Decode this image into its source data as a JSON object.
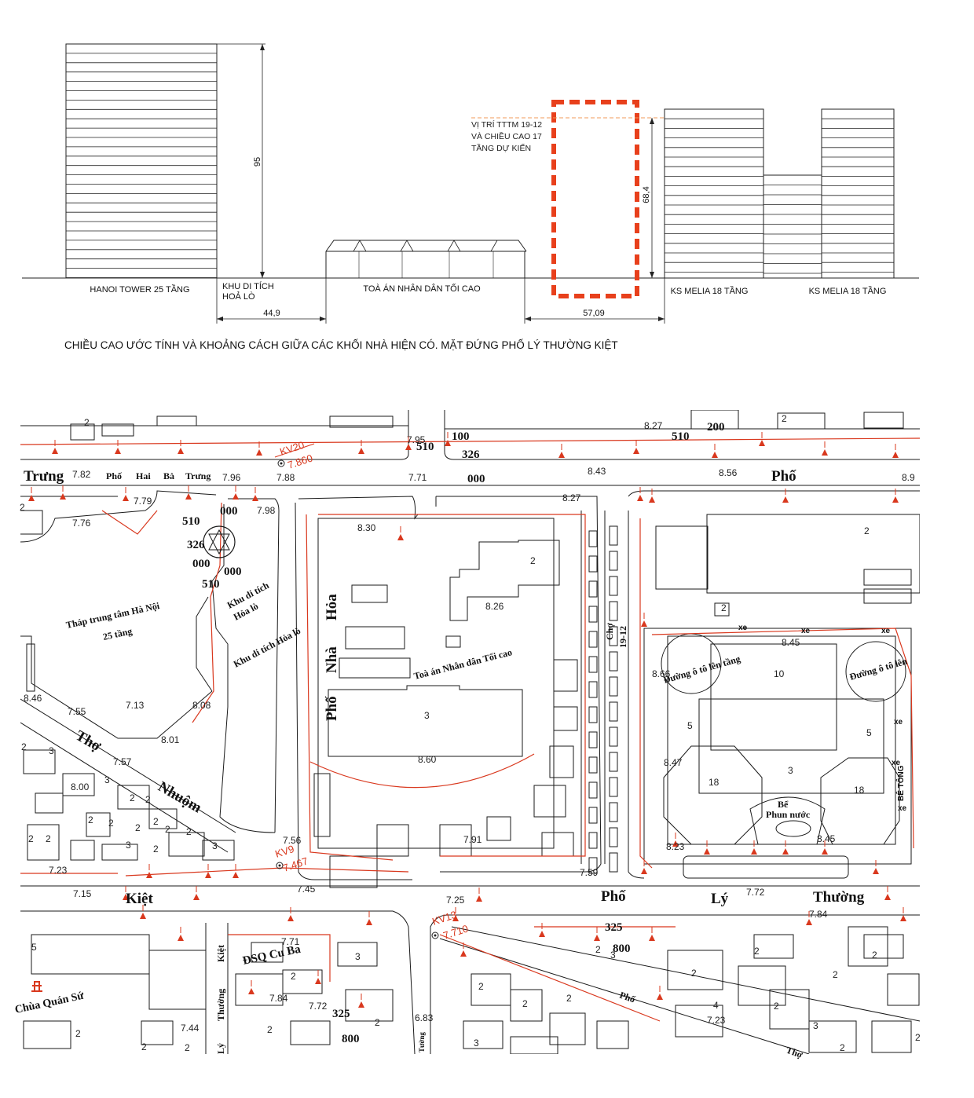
{
  "elevation": {
    "buildings": [
      {
        "name": "HANOI  TOWER 25 TẦNG"
      },
      {
        "name": "TOÀ ÁN NHÂN DÂN TỐI CAO"
      },
      {
        "name": "KS MELIA 18 TẦNG"
      },
      {
        "name": "KS MELIA 18 TẦNG"
      }
    ],
    "heritage_label_line1": "KHU DI TÍCH",
    "heritage_label_line2": "HOẢ LÒ",
    "proposed_note": [
      "VỊ TRÍ TTTM 19-12",
      "VÀ CHIỀU CAO 17",
      "TẦNG DỰ KIẾN"
    ],
    "dimensions": {
      "tower_height": "95",
      "proposed_height": "68,4",
      "gap_left": "44,9",
      "gap_right": "57,09"
    },
    "caption": "CHIỀU CAO ƯỚC TÍNH VÀ KHOẢNG CÁCH GIỮA CÁC KHỐI NHÀ HIỆN CÓ. MẶT ĐỨNG PHỐ LÝ THƯỜNG KIỆT",
    "colors": {
      "proposed": "#e8401c",
      "line": "#222222"
    }
  },
  "map": {
    "streets": {
      "trung": "Trưng",
      "hbt": [
        "Phố",
        "Hai",
        "Bà",
        "Trưng"
      ],
      "pho_top_right": "Phố",
      "tho": "Thợ",
      "nhuom": "Nhuộm",
      "kiet": "Kiệt",
      "lt_pho": "Phố",
      "lt_ly": "Lý",
      "lt_thuong": "Thường",
      "pho_hoa": [
        "Phố",
        "Nhà",
        "Hỏa"
      ],
      "cho": [
        "Chợ",
        "19-12"
      ],
      "kiet_vertical": "Kiệt",
      "thuong_vertical": "Thường",
      "ly_vertical": "Lý",
      "pho_diag": "Phố",
      "tho_bottom": "Thợ",
      "tuong": "Tường"
    },
    "labels": {
      "tower_line1": "Tháp trung tâm Hà Nội",
      "tower_line2": "25 tầng",
      "hoalo_a_line1": "Khu di tích",
      "hoalo_a_line2": "Hỏa lò",
      "hoalo_b": "Khu di tích Hỏa lò",
      "court": "Toà án Nhân dân Tối cao",
      "ramp_left": "Đường ô tô lên tầng",
      "ramp_right": "Đường ô tô lên",
      "fountain_line1": "Bể",
      "fountain_line2": "Phun nước",
      "embassy": "ĐSQ Cu Ba",
      "pagoda": "Chùa Quán Sứ",
      "be_tong": "BÊ TÔNG"
    },
    "survey_points": {
      "kv20": "KV20",
      "kv20_val": "7.860",
      "kv9": "KV9",
      "kv9_val": "7.467",
      "kv13": "KV13",
      "kv13_val": "7.710"
    },
    "elevations": [
      "7.82",
      "7.96",
      "7.88",
      "7.71",
      "8.43",
      "8.27",
      "8.56",
      "8.9",
      "8.27",
      "7.79",
      "7.98",
      "7.76",
      "8.30",
      "8.26",
      "7.95",
      "8.46",
      "8.45",
      "8.66",
      "8.47",
      "8.23",
      "8.45",
      "7.13",
      "8.08",
      "8.01",
      "7.55",
      "7.57",
      "8.00",
      "8.60",
      "7.91",
      "7.56",
      "7.59",
      "7.23",
      "7.15",
      "7.45",
      "7.25",
      "7.72",
      "7.84",
      "7.71",
      "7.84",
      "7.72",
      "7.44",
      "6.83",
      "7.23"
    ],
    "codes": [
      "510",
      "100",
      "326",
      "000",
      "510",
      "200",
      "510",
      "000",
      "326",
      "000",
      "510",
      "000",
      "325",
      "800",
      "325",
      "800"
    ],
    "floor_counts": [
      "2",
      "2",
      "2",
      "2",
      "2",
      "3",
      "10",
      "5",
      "5",
      "3",
      "18",
      "18",
      "2",
      "2",
      "3",
      "2",
      "2",
      "3",
      "2",
      "2",
      "2",
      "2",
      "2",
      "2",
      "2",
      "3",
      "2",
      "2",
      "3",
      "2",
      "5",
      "2",
      "3",
      "2",
      "2",
      "2",
      "2",
      "2",
      "3",
      "2",
      "4",
      "2",
      "2",
      "2",
      "2",
      "2",
      "2",
      "2",
      "3",
      "3",
      "2",
      "2"
    ],
    "xe": [
      "xe",
      "xe",
      "xe",
      "xe",
      "xe",
      "xe"
    ],
    "colors": {
      "survey_red": "#d9381e",
      "lines": "#1a1a1a"
    }
  }
}
